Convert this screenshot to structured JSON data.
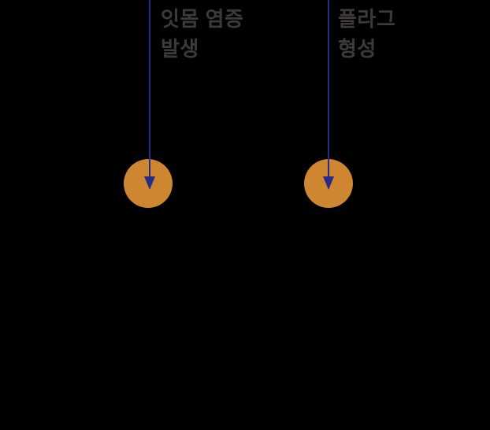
{
  "diagram": {
    "annotations": [
      {
        "lines": [
          "잇몸 염증",
          "발생"
        ]
      },
      {
        "lines": [
          "플라그",
          "형성"
        ]
      }
    ]
  },
  "colors": {
    "background": "#000000",
    "text": "#3e3a39",
    "arrow": "#272c8a",
    "marker": "#ce8730"
  }
}
